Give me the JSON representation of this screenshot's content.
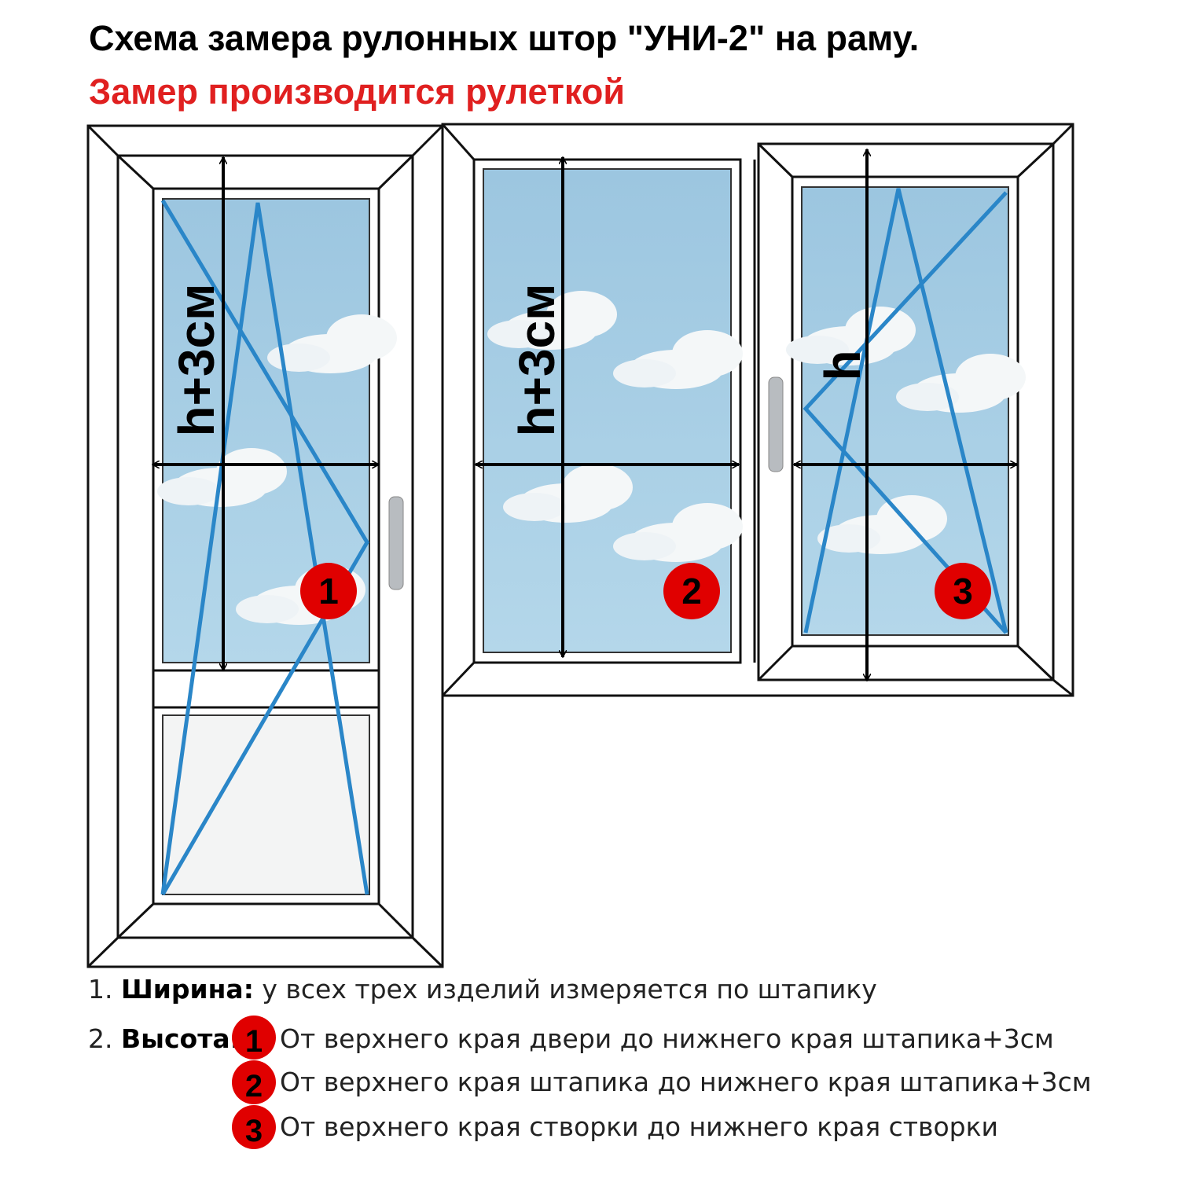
{
  "header": {
    "title": "Схема замера рулонных штор \"УНИ-2\" на раму.",
    "subtitle": "Замер производится рулеткой"
  },
  "diagram": {
    "labels": {
      "door": "h+3см",
      "middle": "h+3см",
      "right": "h"
    },
    "markers": [
      "1",
      "2",
      "3"
    ],
    "colors": {
      "accent": "#e02020",
      "marker": "#e00000",
      "sash_lines": "#2a86c8",
      "sky": "#a9cfe6"
    }
  },
  "notes": {
    "width": {
      "number": "1.",
      "label": "Ширина:",
      "text": "у всех трех изделий измеряется по штапику"
    },
    "height": {
      "number": "2.",
      "label": "Высота:",
      "items": [
        {
          "marker": "1",
          "text": "От верхнего края двери до нижнего края штапика+3см"
        },
        {
          "marker": "2",
          "text": "От верхнего края штапика до нижнего края штапика+3см"
        },
        {
          "marker": "3",
          "text": "От верхнего края створки до нижнего края створки"
        }
      ]
    }
  }
}
